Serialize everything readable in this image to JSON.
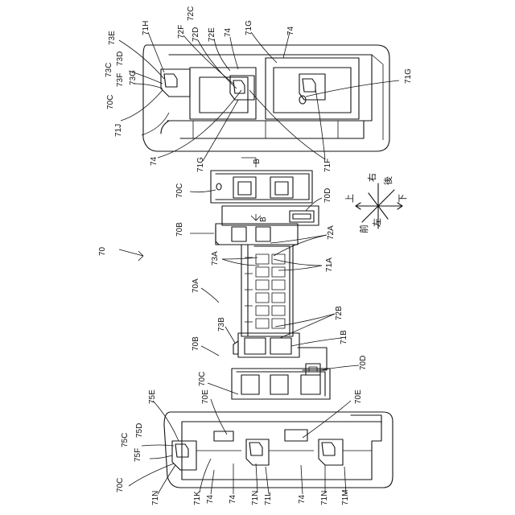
{
  "assembly_label": "70",
  "labels": {
    "c70C_top": "70C",
    "c71J": "71J",
    "c73C": "73C",
    "c73D": "73D",
    "c73E": "73E",
    "c73F": "73F",
    "c73G": "73G",
    "c71H": "71H",
    "c72F": "72F",
    "c72D": "72D",
    "c72C": "72C",
    "c72E": "72E",
    "c74_a": "74",
    "c71G_top": "71G",
    "c74_b": "74",
    "c71G_right": "71G",
    "c74_c": "74",
    "c71G_bottom": "71G",
    "c71F": "71F",
    "cB1": "B",
    "cB2": "B",
    "c70C_mid": "70C",
    "c70D_top": "70D",
    "c70B_top": "70B",
    "c72A": "72A",
    "c73A": "73A",
    "c71A": "71A",
    "c70A": "70A",
    "c72B": "72B",
    "c73B": "73B",
    "c70B_bot": "70B",
    "c71B": "71B",
    "c70C_low": "70C",
    "c70D_bot": "70D",
    "c70E_left": "70E",
    "c70E_right": "70E",
    "c75E": "75E",
    "c75C": "75C",
    "c75D": "75D",
    "c75F": "75F",
    "c70C_bot": "70C",
    "c71N_a": "71N",
    "c71K": "71K",
    "c74_d": "74",
    "c74_e": "74",
    "c71N_b": "71N",
    "c71L": "71L",
    "c74_f": "74",
    "c71N_c": "71N",
    "c71M": "71M"
  },
  "directions": {
    "up": "上",
    "down": "下",
    "front": "前",
    "back": "後",
    "left": "左",
    "right": "右"
  }
}
